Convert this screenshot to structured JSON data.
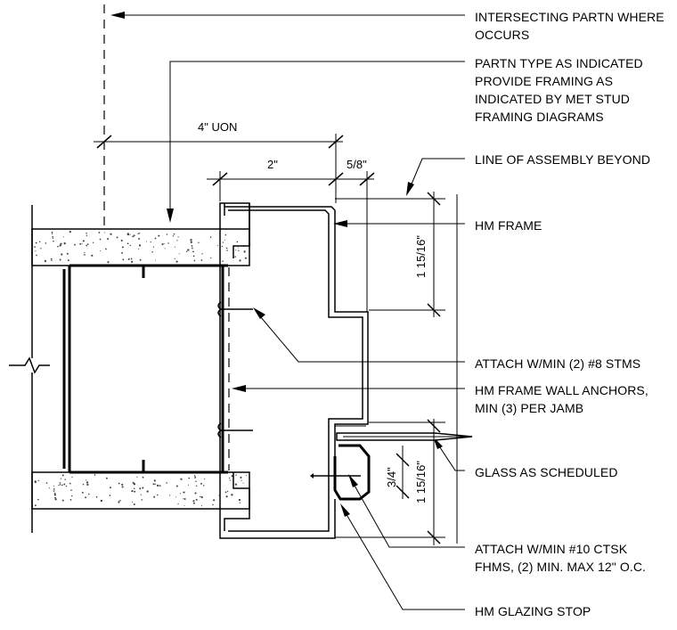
{
  "title": "",
  "callouts": {
    "intersecting_partition": [
      "INTERSECTING PARTN WHERE",
      "OCCURS"
    ],
    "partition_type": [
      "PARTN TYPE AS INDICATED",
      "PROVIDE FRAMING AS",
      "INDICATED BY MET STUD",
      "FRAMING DIAGRAMS"
    ],
    "line_of_assembly": [
      "LINE OF ASSEMBLY BEYOND"
    ],
    "hm_frame": [
      "HM FRAME"
    ],
    "attach_stms": [
      "ATTACH W/MIN (2) #8 STMS"
    ],
    "wall_anchors": [
      "HM FRAME WALL ANCHORS,",
      "MIN (3) PER JAMB"
    ],
    "glass": [
      "GLASS AS SCHEDULED"
    ],
    "attach_ctsk": [
      "ATTACH W/MIN #10 CTSK",
      "FHMS, (2) MIN. MAX 12\" O.C."
    ],
    "glazing_stop": [
      "HM GLAZING STOP"
    ]
  },
  "dimensions": {
    "overall": "4\" UON",
    "stud_depth": "2\"",
    "frame_return": "5/8\"",
    "rabbet_depth_upper": "1 15/16\"",
    "glass_offset": "3/4\"",
    "rabbet_depth_lower": "1 15/16\""
  },
  "colors": {
    "line": "#000000",
    "background": "#ffffff"
  }
}
